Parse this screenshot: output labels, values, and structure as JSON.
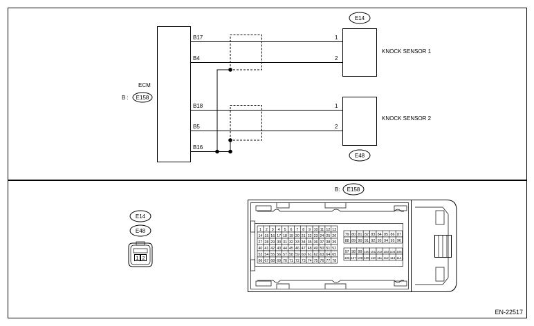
{
  "footer": {
    "code": "EN-22517"
  },
  "ecm": {
    "name": "ECM",
    "prefix": "B :",
    "connector": "E158",
    "pins": [
      "B17",
      "B4",
      "B18",
      "B5",
      "B16"
    ]
  },
  "sensors": [
    {
      "name": "KNOCK SENSOR 1",
      "connector": "E14",
      "pins": [
        "1",
        "2"
      ]
    },
    {
      "name": "KNOCK SENSOR 2",
      "connector": "E48",
      "pins": [
        "1",
        "2"
      ]
    }
  ],
  "lower": {
    "small_connector_labels": [
      "E14",
      "E48"
    ],
    "small_connector_pins": [
      "1",
      "2"
    ],
    "big_connector_prefix": "B:",
    "big_connector_label": "E158"
  },
  "pin_grid_left": [
    [
      "1",
      "2",
      "3",
      "4",
      "5",
      "6",
      "7",
      "8",
      "9",
      "10",
      "11",
      "12",
      "13"
    ],
    [
      "14",
      "15",
      "16",
      "17",
      "18",
      "19",
      "20",
      "21",
      "22",
      "23",
      "24",
      "25",
      "26"
    ],
    [
      "27",
      "28",
      "29",
      "30",
      "31",
      "32",
      "33",
      "34",
      "35",
      "36",
      "37",
      "38",
      "39"
    ],
    [
      "40",
      "41",
      "42",
      "43",
      "44",
      "45",
      "46",
      "47",
      "48",
      "49",
      "50",
      "51",
      "52"
    ],
    [
      "53",
      "54",
      "55",
      "56",
      "57",
      "58",
      "59",
      "60",
      "61",
      "62",
      "63",
      "64",
      "65"
    ],
    [
      "66",
      "67",
      "68",
      "69",
      "70",
      "71",
      "72",
      "73",
      "74",
      "75",
      "76",
      "77",
      "78"
    ]
  ],
  "pin_grid_right_top": [
    [
      "79",
      "80",
      "81",
      "82",
      "83",
      "84",
      "85",
      "86",
      "87"
    ],
    [
      "88",
      "89",
      "90",
      "91",
      "92",
      "93",
      "94",
      "95",
      "96"
    ]
  ],
  "pin_grid_right_bottom": [
    [
      "97",
      "98",
      "99",
      "100",
      "101",
      "102",
      "103",
      "104",
      "105"
    ],
    [
      "106",
      "107",
      "108",
      "109",
      "110",
      "111",
      "112",
      "113",
      "114"
    ]
  ]
}
